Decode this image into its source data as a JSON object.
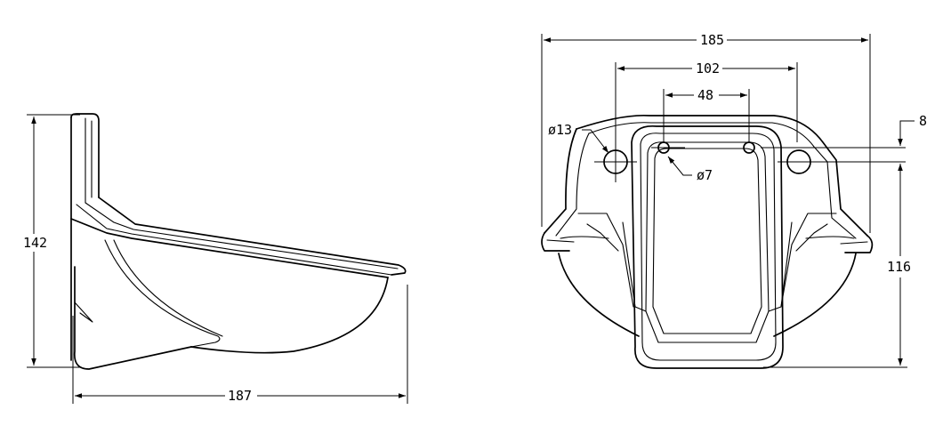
{
  "side_view": {
    "height_label": "142",
    "length_label": "187"
  },
  "front_view": {
    "width_label": "185",
    "hole_spacing_label": "102",
    "inner_spacing_label": "48",
    "large_hole_label": "ø13",
    "small_hole_label": "ø7",
    "offset_label": "8",
    "height_label": "116"
  }
}
